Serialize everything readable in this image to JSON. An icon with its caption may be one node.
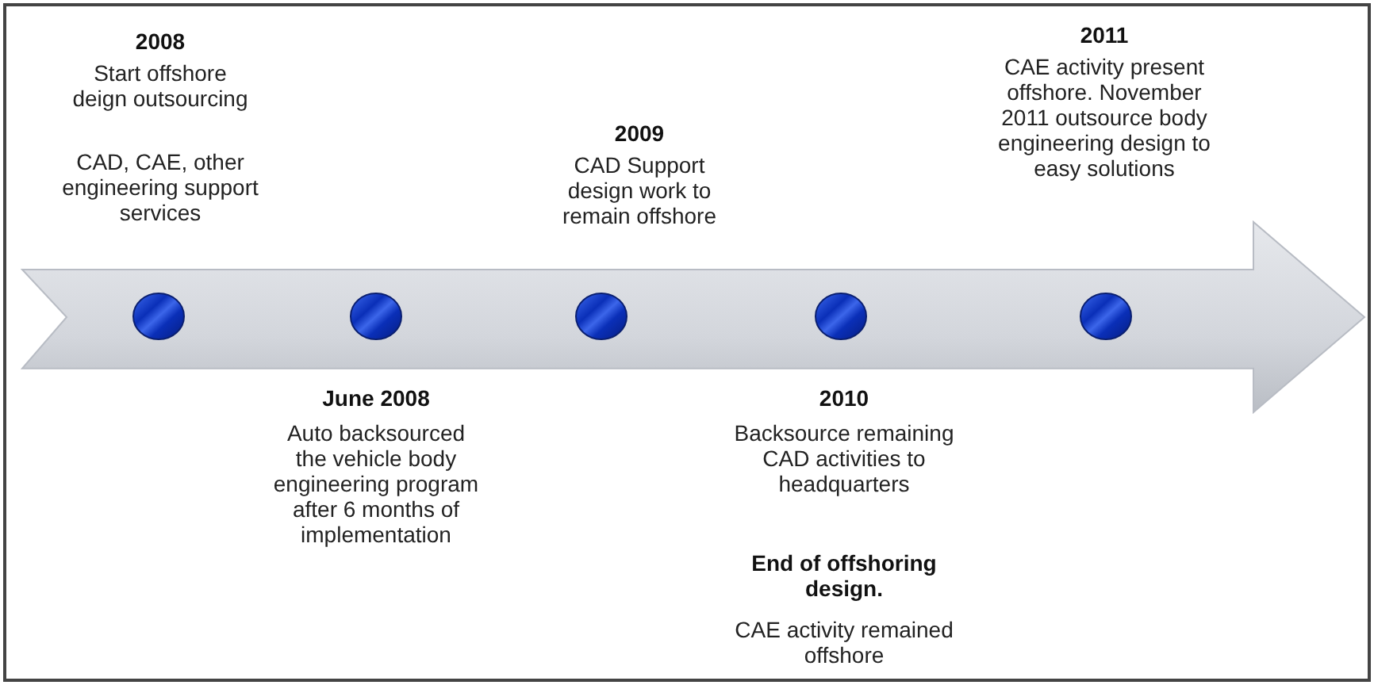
{
  "diagram": {
    "nodes": [
      {
        "text": [],
        "shape": "arrow"
      },
      {
        "text": [],
        "shape": "circle",
        "in": 0
      },
      {
        "text": [],
        "shape": "circle",
        "in": 0
      },
      {
        "text": [],
        "shape": "circle",
        "in": 0
      },
      {
        "text": [],
        "shape": "circle",
        "in": 0
      },
      {
        "text": [],
        "shape": "circle",
        "in": 0
      }
    ],
    "edges": [],
    "labels": [
      "2008",
      "Start offshore deign outsourcing",
      "CAD, CAE, other engineering support services",
      "2009",
      "CAD Support design work to remain offshore",
      "2011",
      "CAE activity present offshore. November 2011 outsource body engineering design to easy solutions",
      "June 2008",
      "Auto backsourced the vehicle body engineering program after 6 months of implementation",
      "2010",
      "Backsource remaining CAD activities to headquarters",
      "End of offshoring design.",
      "CAE activity remained offshore"
    ]
  }
}
